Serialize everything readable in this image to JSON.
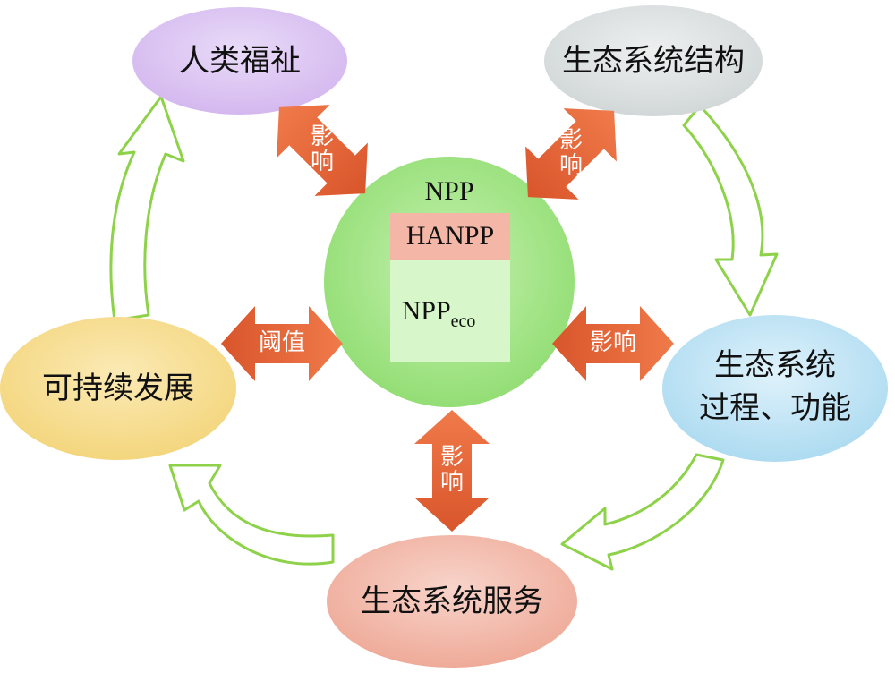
{
  "nodes": {
    "human_wellbeing": "人类福祉",
    "ecosystem_structure": "生态系统结构",
    "ecosystem_process_line1": "生态系统",
    "ecosystem_process_line2": "过程、功能",
    "ecosystem_services": "生态系统服务",
    "sustainable_development": "可持续发展"
  },
  "center": {
    "npp": "NPP",
    "hanpp": "HANPP",
    "npp_eco_main": "NPP",
    "npp_eco_sub": "eco"
  },
  "arrows": {
    "to_human_wellbeing": "影响",
    "to_ecosystem_structure": "影响",
    "to_ecosystem_process": "影响",
    "to_ecosystem_services": "影响",
    "to_sustainable_development": "阈值"
  },
  "colors": {
    "human_wellbeing": "#d9bff0",
    "ecosystem_structure": "#d8dcdc",
    "ecosystem_process": "#b7e0f2",
    "ecosystem_services": "#f2b4a6",
    "sustainable_development": "#f6dc8a",
    "center_circle": "#9fe382",
    "hanpp_band": "#f4b6a6",
    "npp_eco_band": "#d7f6c9",
    "double_arrow": "#e8663a",
    "cycle_arrow_stroke": "#8ed24a"
  }
}
